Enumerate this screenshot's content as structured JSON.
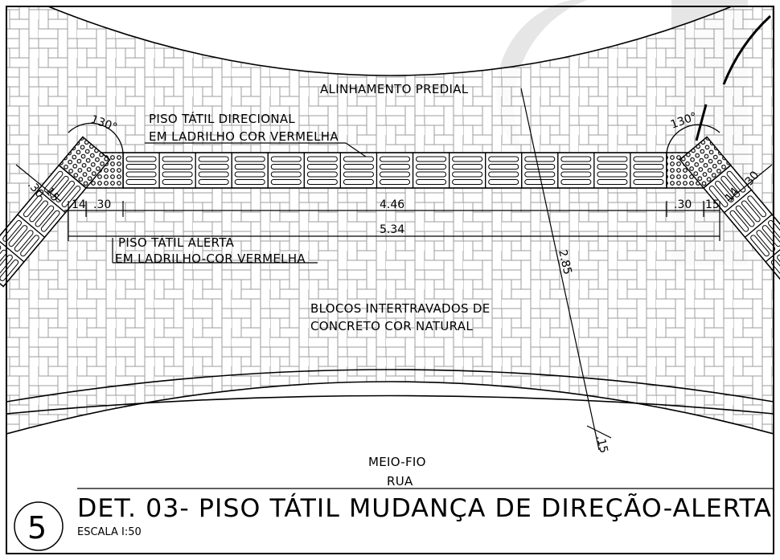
{
  "sheet": {
    "detail_number": "5",
    "title": "DET. 03- PISO TÁTIL MUDANÇA DE DIREÇÃO-ALERTA",
    "scale": "ESCALA I:50"
  },
  "labels": {
    "alinhamento": "ALINHAMENTO PREDIAL",
    "direcional_1": "PISO TÁTIL DIRECIONAL",
    "direcional_2": "EM LADRILHO COR VERMELHA",
    "alerta_1": "PISO TÁTIL ALERTA",
    "alerta_2": "EM LADRILHO-COR VERMELHA",
    "blocos_1": "BLOCOS INTERTRAVADOS DE",
    "blocos_2": "CONCRETO COR NATURAL",
    "meio_fio": "MEIO-FIO",
    "rua": "RUA"
  },
  "angles": {
    "left": "130°",
    "right": "130°"
  },
  "dimensions": {
    "left_30_diag": ".30",
    "left_15_diag": "15",
    "left_14": "14",
    "left_30": ".30",
    "middle_446": "4.46",
    "total_534": "5.34",
    "right_30": ".30",
    "right_15": "15",
    "right_14_diag": "14",
    "right_30_diag": ".30",
    "diag_285": "2.85",
    "diag_15": ".15"
  }
}
